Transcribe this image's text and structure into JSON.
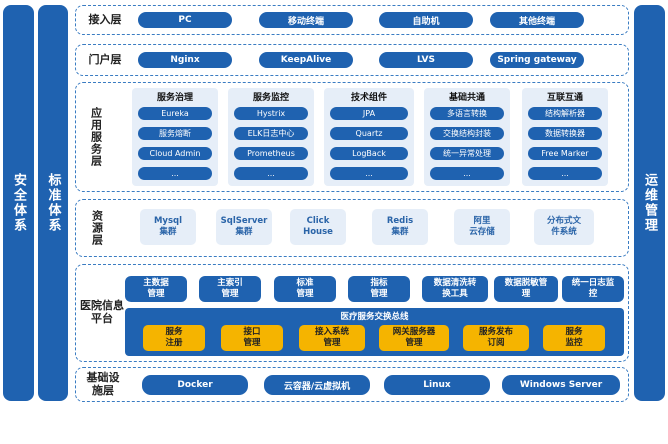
{
  "side": {
    "security": "安全体系",
    "standard": "标准体系",
    "ops": "运维管理"
  },
  "access": {
    "title": "接入层",
    "items": [
      "PC",
      "移动终端",
      "自助机",
      "其他终端"
    ]
  },
  "portal": {
    "title": "门户层",
    "items": [
      "Nginx",
      "KeepAlive",
      "LVS",
      "Spring gateway"
    ]
  },
  "app": {
    "title": "应用服务层",
    "groups": [
      {
        "title": "服务治理",
        "items": [
          "Eureka",
          "服务熔断",
          "Cloud Admin",
          "..."
        ]
      },
      {
        "title": "服务监控",
        "items": [
          "Hystrix",
          "ELK日志中心",
          "Prometheus",
          "..."
        ]
      },
      {
        "title": "技术组件",
        "items": [
          "JPA",
          "Quartz",
          "LogBack",
          "..."
        ]
      },
      {
        "title": "基础共通",
        "items": [
          "多语言转换",
          "交换结构封装",
          "统一异常处理",
          "..."
        ]
      },
      {
        "title": "互联互通",
        "items": [
          "结构解析器",
          "数据转换器",
          "Free Marker",
          "..."
        ]
      }
    ]
  },
  "resource": {
    "title": "资源层",
    "items": [
      "Mysql\n集群",
      "SqlServer\n集群",
      "Click\nHouse",
      "Redis\n集群",
      "阿里\n云存储",
      "分布式文\n件系统"
    ]
  },
  "hospital": {
    "title": "医院信息平台",
    "mgmt": [
      "主数据\n管理",
      "主索引\n管理",
      "标准\n管理",
      "指标\n管理",
      "数据清洗转\n换工具",
      "数据脱敏管\n理",
      "统一日志监\n控"
    ],
    "bus_title": "医疗服务交换总线",
    "bus_items": [
      "服务\n注册",
      "接口\n管理",
      "接入系统\n管理",
      "网关服务器\n管理",
      "服务发布\n订阅",
      "服务\n监控"
    ]
  },
  "infra": {
    "title": "基础设施层",
    "items": [
      "Docker",
      "云容器/云虚拟机",
      "Linux",
      "Windows Server"
    ]
  }
}
